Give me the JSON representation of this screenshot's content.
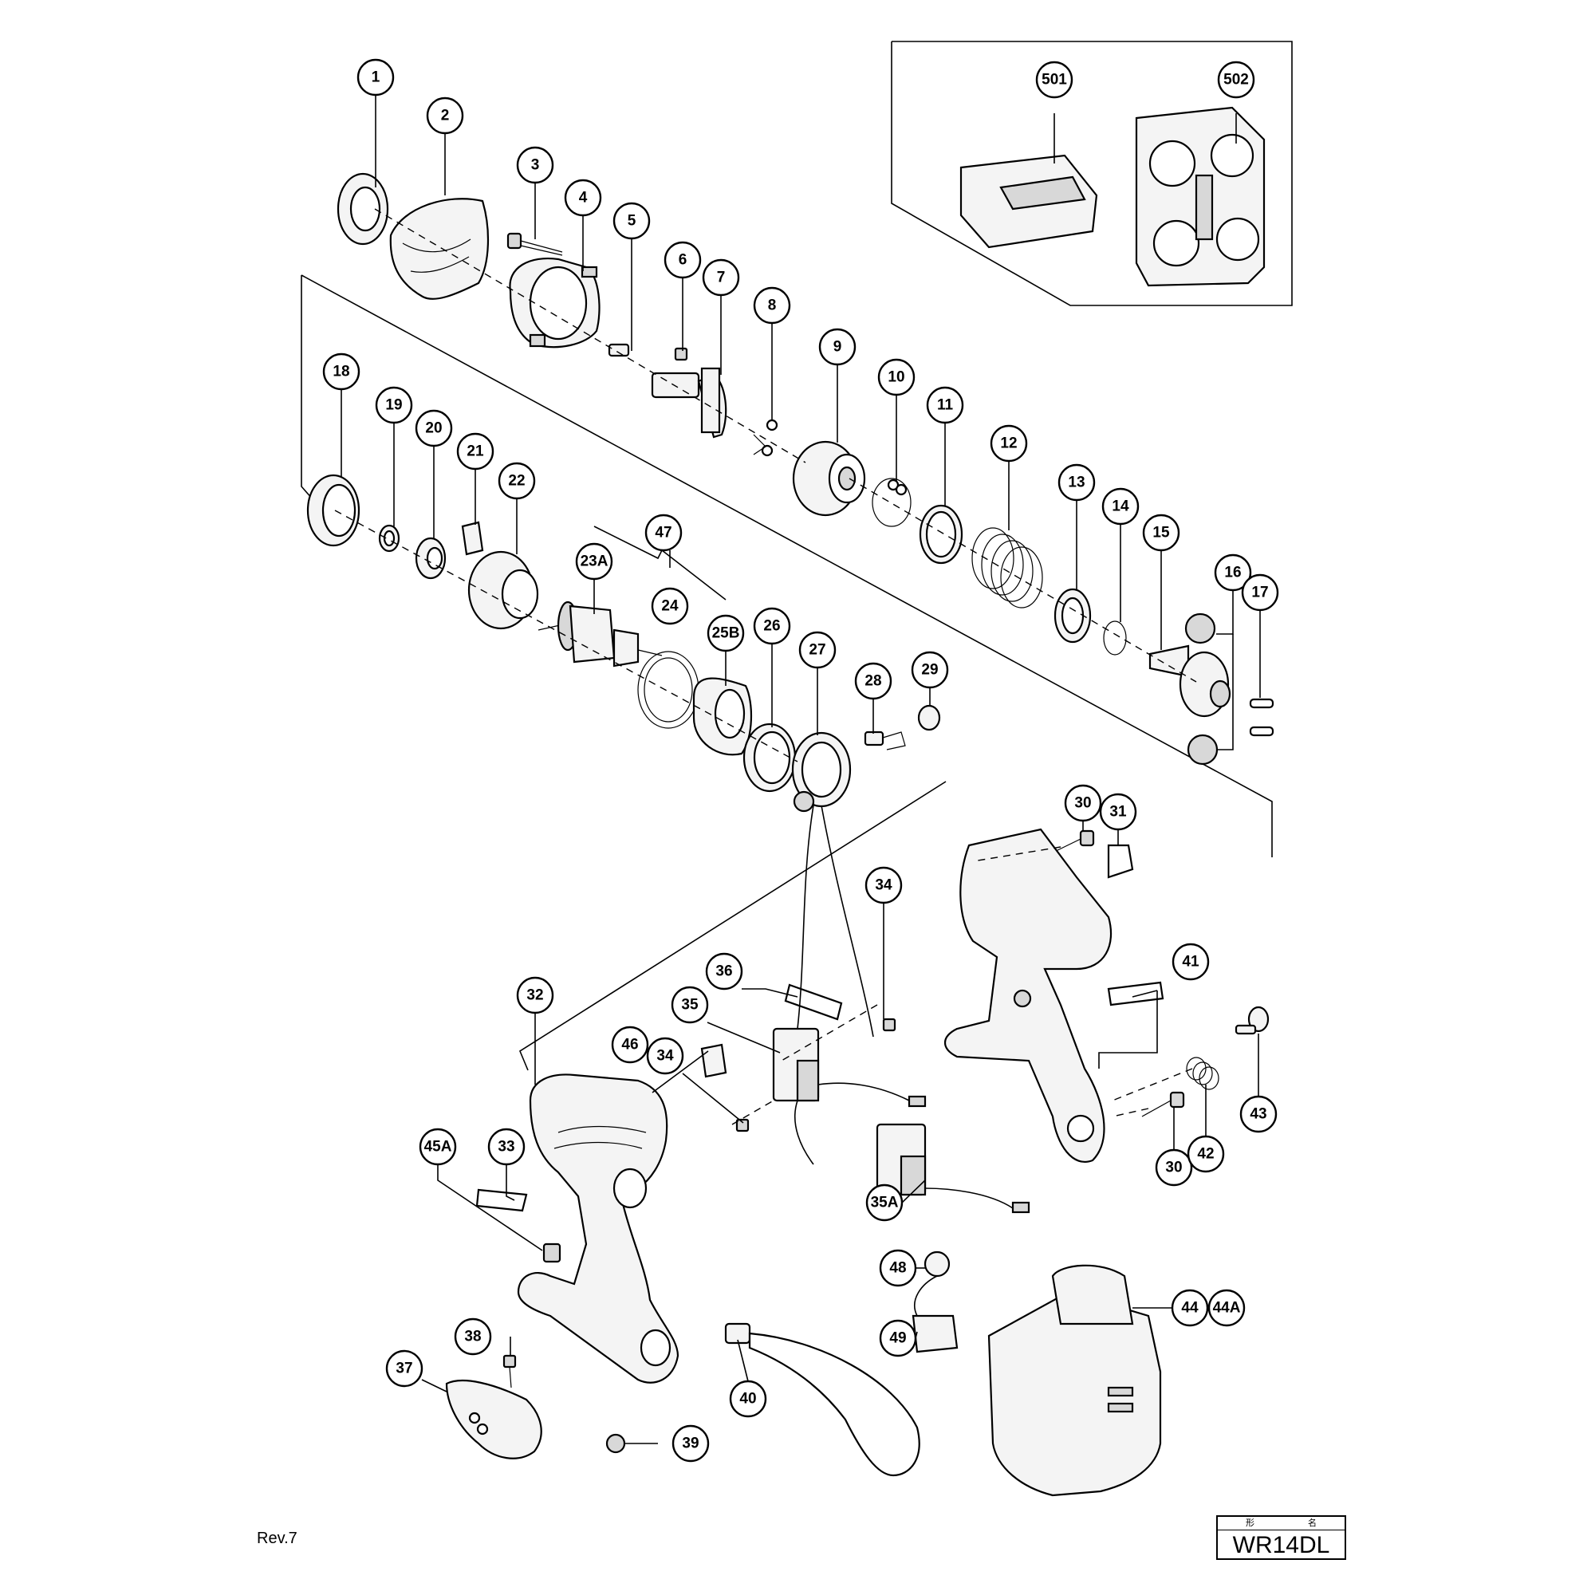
{
  "revision": "Rev.7",
  "model_box": {
    "header": "形 名",
    "model": "WR14DL"
  },
  "callouts": [
    "1",
    "2",
    "3",
    "4",
    "5",
    "6",
    "7",
    "8",
    "9",
    "10",
    "11",
    "12",
    "13",
    "14",
    "15",
    "16",
    "17",
    "18",
    "19",
    "20",
    "21",
    "22",
    "23A",
    "24",
    "25B",
    "26",
    "27",
    "28",
    "29",
    "30",
    "30",
    "31",
    "32",
    "33",
    "34",
    "34",
    "35",
    "35A",
    "36",
    "37",
    "38",
    "39",
    "40",
    "41",
    "42",
    "43",
    "44",
    "44A",
    "45A",
    "46",
    "47",
    "48",
    "49",
    "501",
    "502"
  ]
}
